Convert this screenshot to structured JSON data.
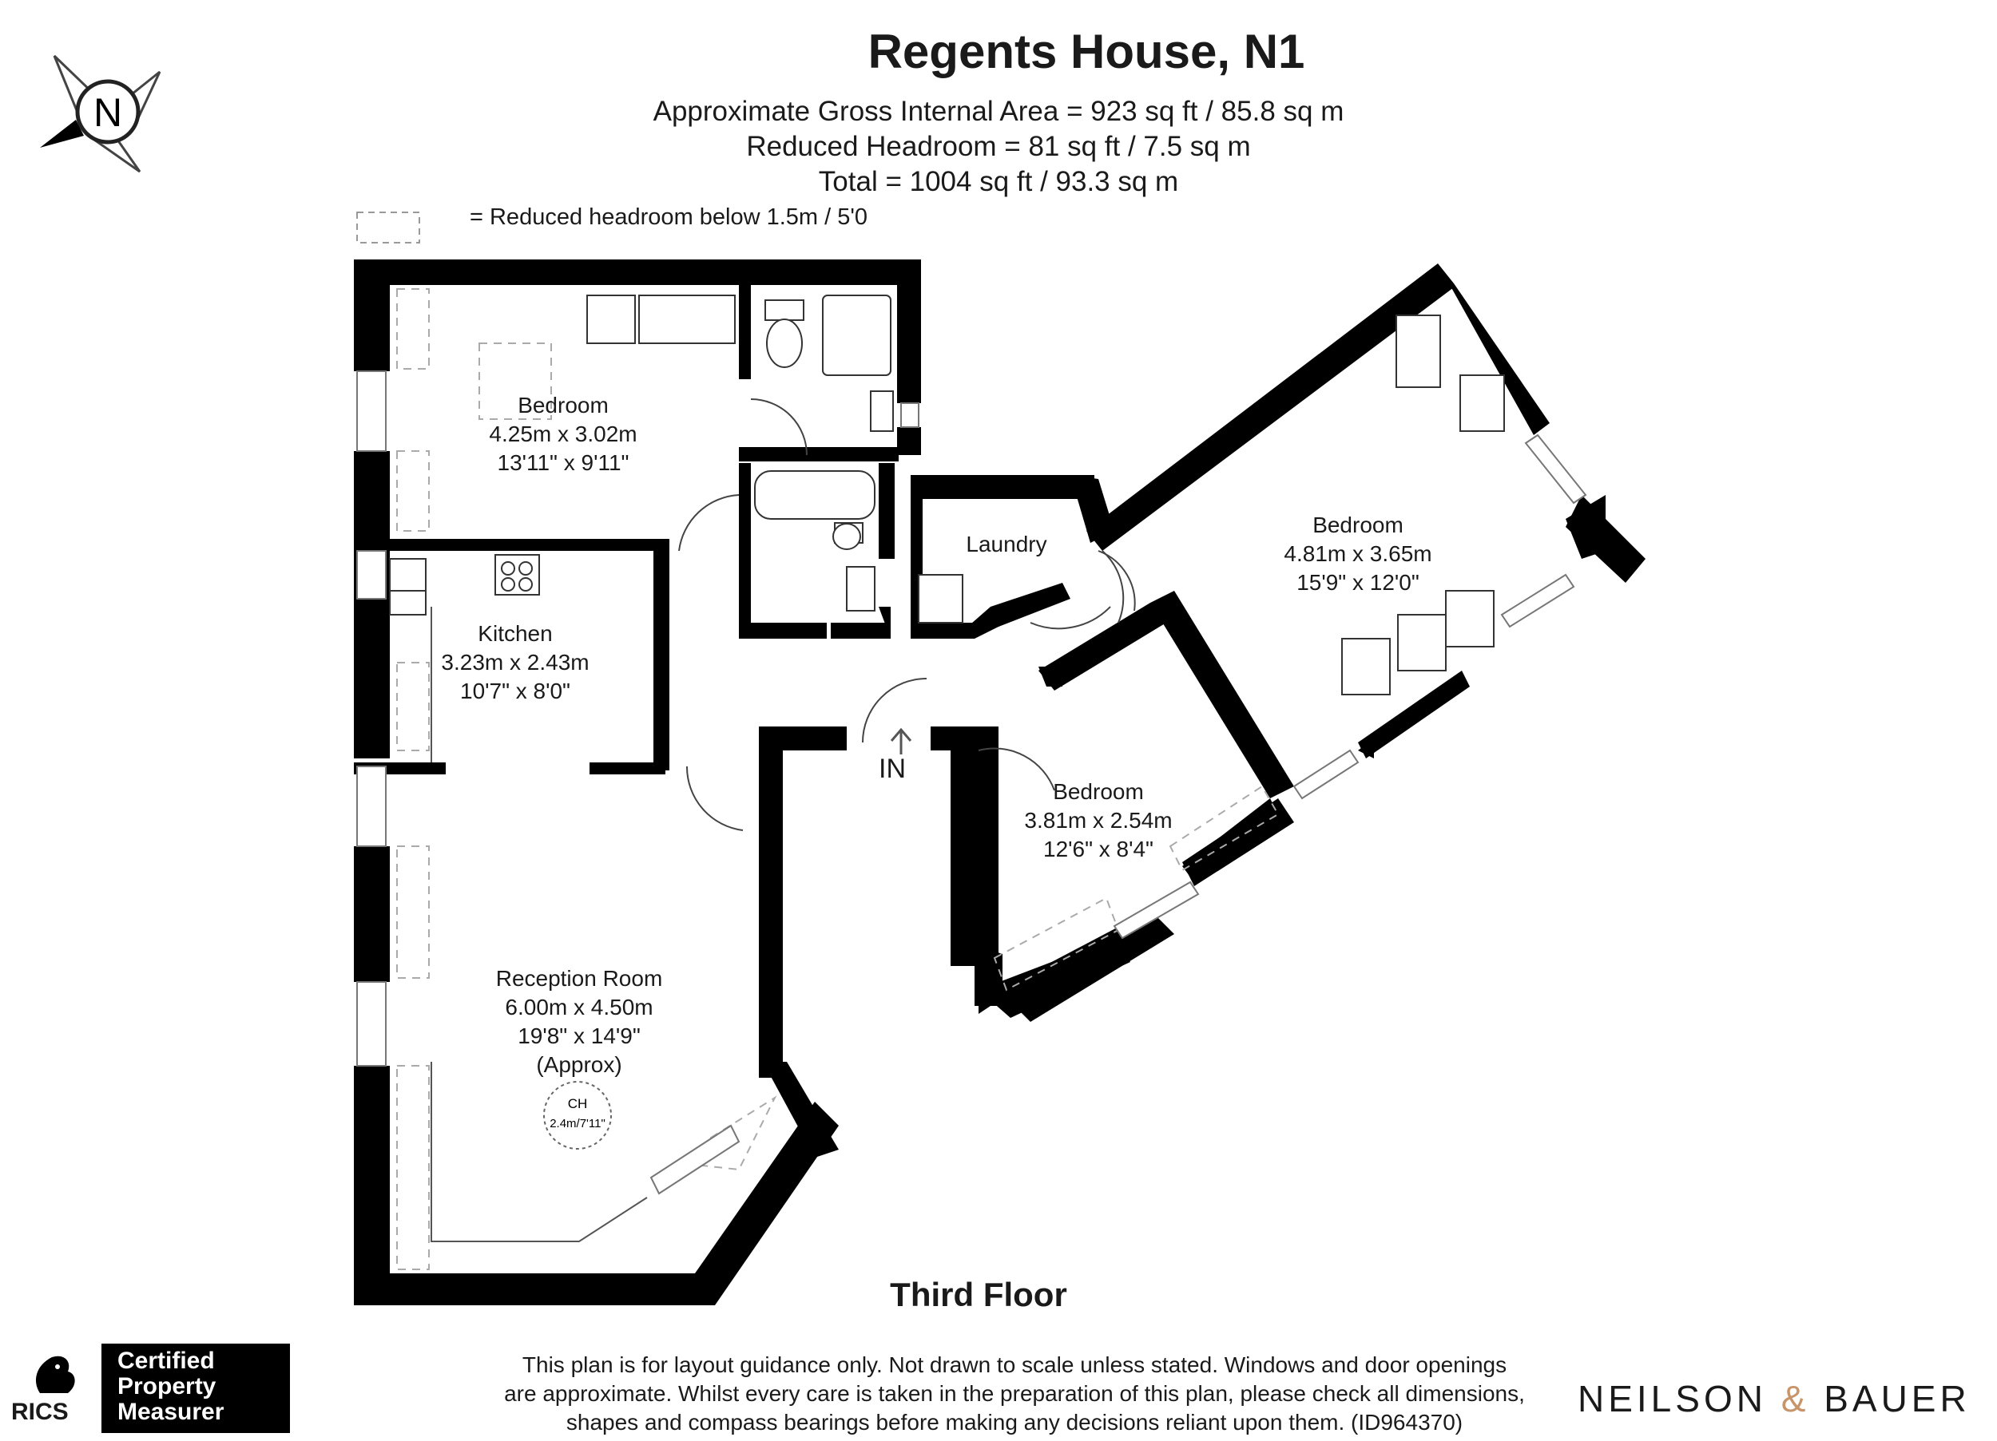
{
  "header": {
    "title": "Regents House, N1",
    "gross_area": "Approximate Gross Internal Area = 923 sq ft / 85.8 sq m",
    "reduced_headroom": "Reduced Headroom = 81 sq ft / 7.5 sq m",
    "total": "Total = 1004 sq ft / 93.3 sq m"
  },
  "legend": {
    "text": "= Reduced headroom below 1.5m / 5'0"
  },
  "compass": {
    "letter": "N"
  },
  "rooms": [
    {
      "name": "Bedroom",
      "metric": "4.25m x 3.02m",
      "imperial": "13'11\" x 9'11\""
    },
    {
      "name": "Kitchen",
      "metric": "3.23m x 2.43m",
      "imperial": "10'7\" x 8'0\""
    },
    {
      "name": "Laundry"
    },
    {
      "name": "Bedroom",
      "metric": "4.81m x 3.65m",
      "imperial": "15'9\" x 12'0\""
    },
    {
      "name": "Bedroom",
      "metric": "3.81m x 2.54m",
      "imperial": "12'6\" x 8'4\""
    },
    {
      "name": "Reception Room",
      "metric": "6.00m x 4.50m",
      "imperial": "19'8\" x 14'9\"",
      "note": "(Approx)"
    }
  ],
  "ceiling_height": {
    "label": "CH",
    "value": "2.4m/7'11\""
  },
  "entrance_label": "IN",
  "floor_label": "Third Floor",
  "footer": {
    "disclaimer_line1": "This plan is for layout guidance only. Not drawn to scale unless stated. Windows and door openings",
    "disclaimer_line2": "are approximate. Whilst every care is taken in the preparation of this plan, please check all dimensions,",
    "disclaimer_line3": "shapes and compass bearings before making any decisions reliant upon them. (ID964370)",
    "certified_line1": "Certified",
    "certified_line2": "Property",
    "certified_line3": "Measurer",
    "rics": "RICS",
    "brand_part1": "NEILSON",
    "brand_amp": "&",
    "brand_part2": "BAUER",
    "brand_accent_color": "#c8956a"
  }
}
